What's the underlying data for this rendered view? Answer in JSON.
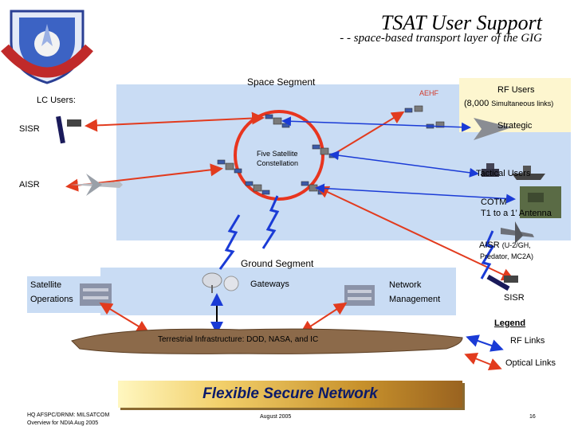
{
  "header": {
    "title": "TSAT User Support",
    "subtitle": "- - space-based transport layer of the GIG"
  },
  "space_segment": {
    "label": "Space Segment",
    "constellation_label_1": "Five Satellite",
    "constellation_label_2": "Constellation",
    "aehf_label": "AEHF"
  },
  "lc_users": {
    "label": "LC Users:",
    "sisr": "SISR",
    "aisr": "AISR"
  },
  "rf_users": {
    "label": "RF Users",
    "count": "(8,000",
    "count_suffix": "Simultaneous links)",
    "strategic": "Strategic",
    "tactical": "Tactical Users",
    "cotm_1": "COTM",
    "cotm_2": "T1 to a 1’ Antenna",
    "aisr_1": "AISR",
    "aisr_1_suffix": "(U-2/GH,",
    "aisr_2": "Predator, MC2A)",
    "sisr": "SISR"
  },
  "ground_segment": {
    "label": "Ground Segment",
    "satellite_ops_1": "Satellite",
    "satellite_ops_2": "Operations",
    "gateways": "Gateways",
    "network_mgmt_1": "Network",
    "network_mgmt_2": "Management"
  },
  "terrestrial": {
    "label": "Terrestrial Infrastructure: DOD, NASA, and IC"
  },
  "legend": {
    "title": "Legend",
    "rf_links": "RF Links",
    "optical_links": "Optical Links"
  },
  "banner": {
    "text": "Flexible Secure Network"
  },
  "footer": {
    "org_1": "HQ AFSPC/DRNM: MILSATCOM",
    "org_2": "Overview for NDIA Aug 2005",
    "date": "August 2005",
    "page": "16"
  },
  "colors": {
    "panel_blue": "#c9dcf4",
    "ring_red": "#e8351f",
    "rf_link_blue": "#1a3bd6",
    "optical_link_red": "#e23b1e",
    "title_navy": "#0a1a6a"
  }
}
